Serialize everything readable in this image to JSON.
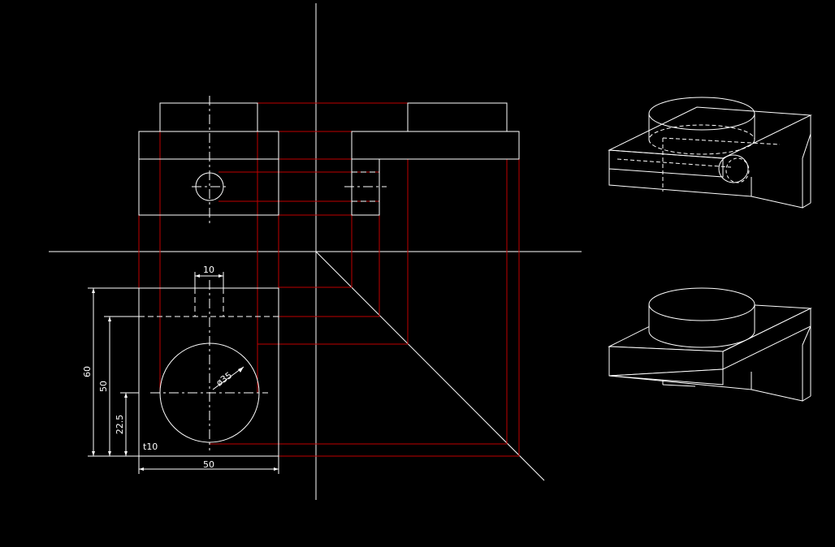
{
  "colors": {
    "background": "#000000",
    "outline": "#FFFFFF",
    "projection": "#C00000"
  },
  "dimensions": {
    "slot_width": "10",
    "total_height": "60",
    "base_height": "50",
    "hole_center_height": "22.5",
    "hole_diameter": "ø35",
    "thickness": "t10",
    "total_width": "50"
  }
}
